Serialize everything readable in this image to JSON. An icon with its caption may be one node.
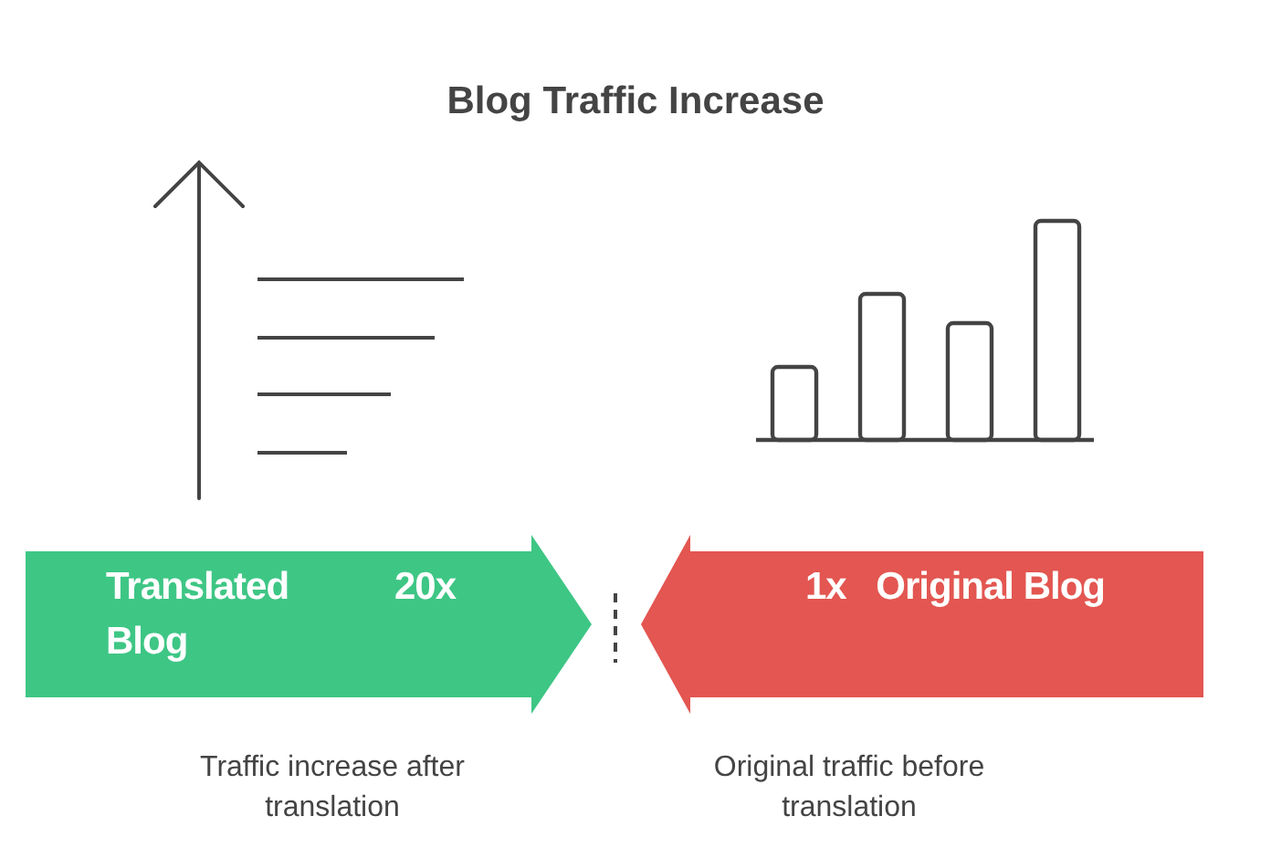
{
  "diagram": {
    "title": "Blog Traffic Increase",
    "nodes": [
      {
        "text": [
          "Translated Blog",
          "20x"
        ],
        "beside": [
          "Traffic increase after translation"
        ]
      },
      {
        "text": [
          "1x",
          "Original Blog"
        ],
        "beside": [
          "Original traffic before translation"
        ]
      }
    ]
  }
}
